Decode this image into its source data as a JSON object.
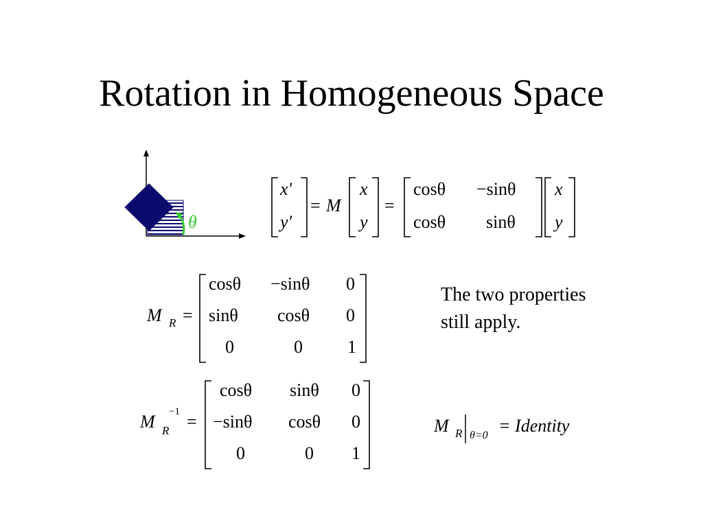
{
  "slide": {
    "title": "Rotation in Homogeneous Space",
    "note_line1": "The two properties",
    "note_line2": "still apply."
  },
  "colors": {
    "square": "#0b0b6e",
    "angle": "#33cc33",
    "text": "#000000",
    "background": "#ffffff"
  },
  "figure": {
    "angle_label": "θ"
  },
  "equation1": {
    "lhs": [
      "x'",
      "y'"
    ],
    "eq1": "=",
    "M": "M",
    "vec": [
      "x",
      "y"
    ],
    "eq2": "=",
    "matrix": [
      [
        "cosθ",
        "−sinθ"
      ],
      [
        "cosθ",
        "sinθ"
      ]
    ],
    "rhs_vec": [
      "x",
      "y"
    ]
  },
  "equation2": {
    "symbol": "M",
    "subscript": "R",
    "eq": "=",
    "matrix": [
      [
        "cosθ",
        "−sinθ",
        "0"
      ],
      [
        "sinθ",
        "cosθ",
        "0"
      ],
      [
        "0",
        "0",
        "1"
      ]
    ]
  },
  "equation3": {
    "symbol": "M",
    "subscript": "R",
    "superscript": "−1",
    "eq": "=",
    "matrix": [
      [
        "cosθ",
        "sinθ",
        "0"
      ],
      [
        "−sinθ",
        "cosθ",
        "0"
      ],
      [
        "0",
        "0",
        "1"
      ]
    ]
  },
  "equation4": {
    "symbol": "M",
    "subscript": "R",
    "condition": "θ=0",
    "rhs": "= Identity"
  }
}
